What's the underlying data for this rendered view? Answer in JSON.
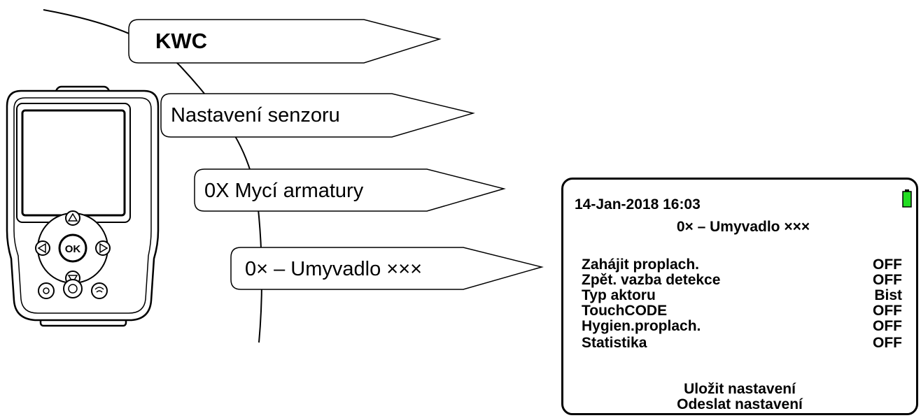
{
  "menu_path": [
    {
      "label": "KWC"
    },
    {
      "label": "Nastavení senzoru"
    },
    {
      "label": "0X Mycí armatury"
    },
    {
      "label": "0× – Umyvadlo ×××"
    }
  ],
  "device": {
    "ok_button": "OK"
  },
  "screen": {
    "datetime": "14-Jan-2018 16:03",
    "title": "0× – Umyvadlo ×××",
    "battery_color": "#22dd22",
    "settings": [
      {
        "label": "Zahájit proplach.",
        "value": "OFF"
      },
      {
        "label": "Zpět. vazba detekce",
        "value": "OFF"
      },
      {
        "label": "Typ aktoru",
        "value": "Bist"
      },
      {
        "label": "TouchCODE",
        "value": "OFF"
      },
      {
        "label": "Hygien.proplach.",
        "value": "OFF"
      },
      {
        "label": "Statistika",
        "value": "OFF"
      }
    ],
    "actions": [
      "Uložit nastavení",
      "Odeslat nastavení"
    ]
  }
}
